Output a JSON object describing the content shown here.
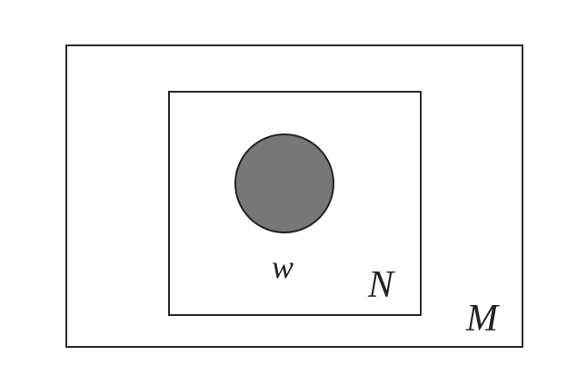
{
  "diagram": {
    "node": {
      "label": "w",
      "observed": true,
      "fill": "#777777"
    },
    "plates": [
      {
        "label": "N"
      },
      {
        "label": "M"
      }
    ]
  }
}
